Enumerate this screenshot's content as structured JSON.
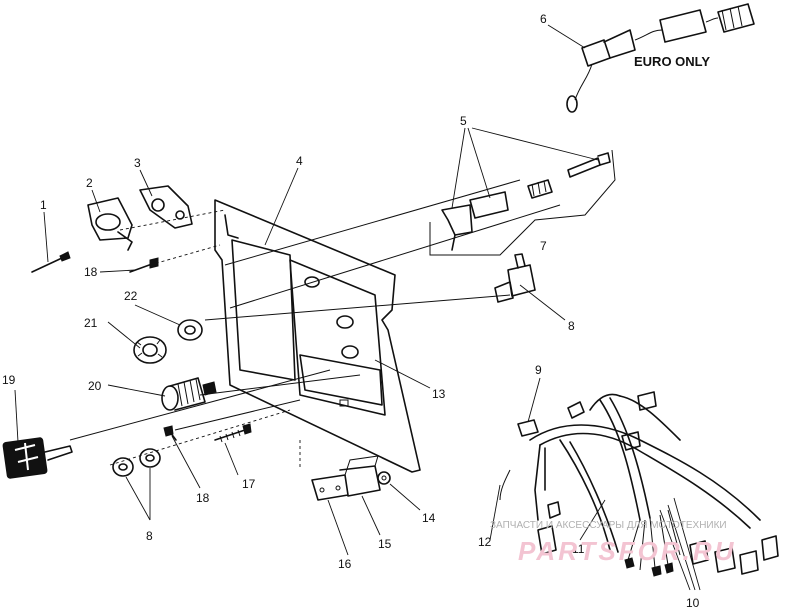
{
  "callouts": {
    "c1": "1",
    "c2": "2",
    "c3": "3",
    "c4": "4",
    "c5": "5",
    "c6": "6",
    "c7": "7",
    "c8a": "8",
    "c8b": "8",
    "c9": "9",
    "c10": "10",
    "c11": "11",
    "c12": "12",
    "c13": "13",
    "c14": "14",
    "c15": "15",
    "c16": "16",
    "c17": "17",
    "c18a": "18",
    "c18b": "18",
    "c19": "19",
    "c20": "20",
    "c21": "21",
    "c22": "22"
  },
  "note_euro": "EURO ONLY",
  "watermark": {
    "caption": "ЗАПЧАСТИ И АКСЕССУАРЫ ДЛЯ МОТОТЕХНИКИ",
    "logo": "PARTSFOR.RU"
  }
}
